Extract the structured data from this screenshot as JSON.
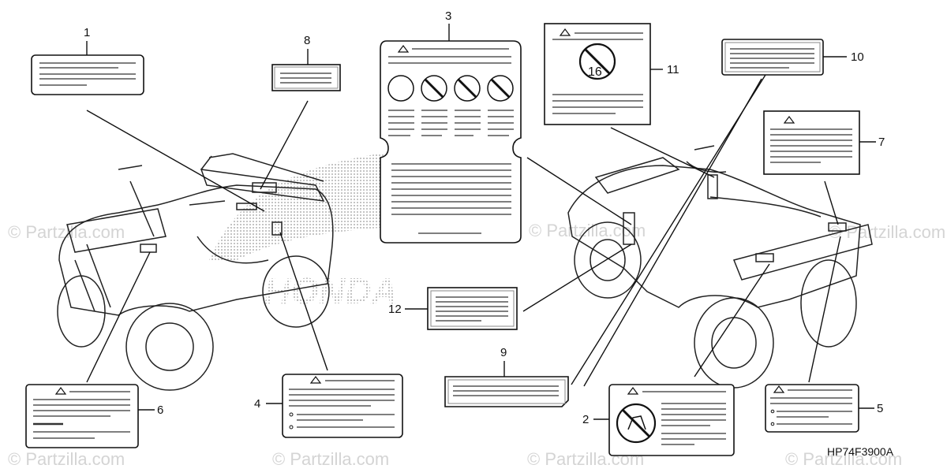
{
  "diagram": {
    "part_code": "HP74F3900A",
    "brand_mark": "HONDA",
    "watermark": "© Partzilla.com",
    "no_age_number": "16",
    "callouts": [
      "1",
      "2",
      "3",
      "4",
      "5",
      "6",
      "7",
      "8",
      "9",
      "10",
      "11",
      "12"
    ]
  },
  "colors": {
    "line": "#111111",
    "watermark": "#d4d4d4",
    "stipple": "#9a9a9a"
  }
}
